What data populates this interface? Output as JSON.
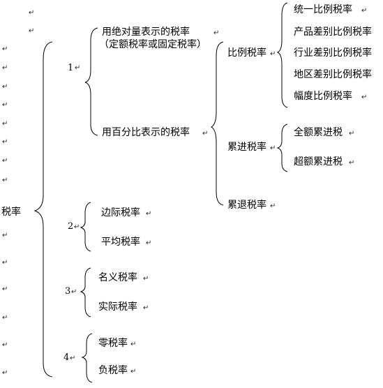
{
  "root": {
    "label": "税率"
  },
  "groups": [
    {
      "number": "1"
    },
    {
      "number": "2",
      "items": [
        "边际税率",
        "平均税率"
      ]
    },
    {
      "number": "3",
      "items": [
        "名义税率",
        "实际税率"
      ]
    },
    {
      "number": "4",
      "items": [
        "零税率",
        "负税率"
      ]
    }
  ],
  "group1": {
    "absolute": {
      "line1": "用绝对量表示的税率",
      "line2": "（定额税率或固定税率）"
    },
    "percent": "用百分比表示的税率",
    "types": {
      "proportional": "比例税率",
      "progressive": "累进税率",
      "regressive": "累退税率"
    },
    "proportional_items": [
      "统一比例税率",
      "产品差别比例税率",
      "行业差别比例税率",
      "地区差别比例税率",
      "幅度比例税率"
    ],
    "progressive_items": [
      "全额累进税",
      "超额累进税"
    ]
  },
  "paragraph_mark": "↵",
  "colors": {
    "text": "#000000",
    "line": "#000000",
    "mark": "#222222"
  }
}
